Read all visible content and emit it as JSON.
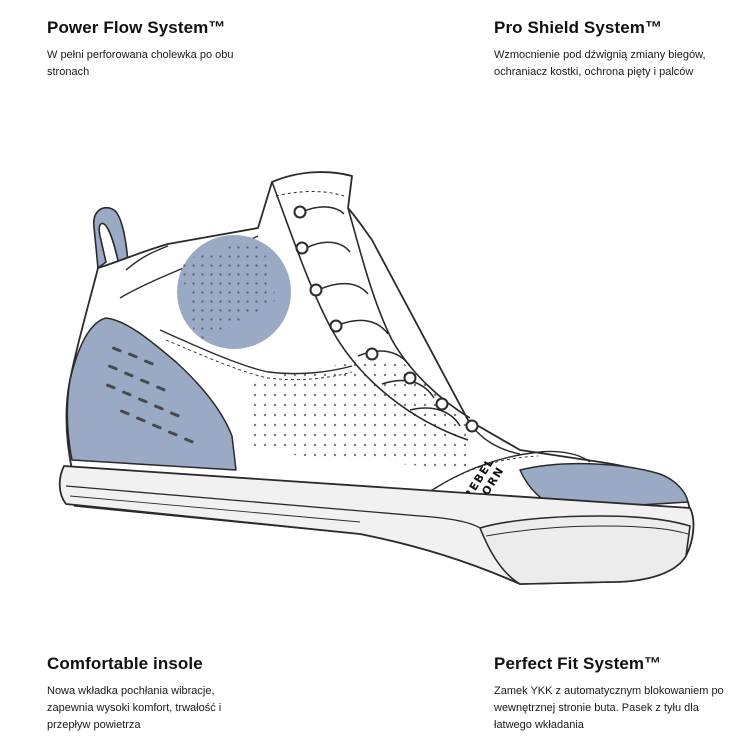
{
  "features": {
    "top_left": {
      "title": "Power Flow System™",
      "description": "W pełni perforowana cholewka po obu stronach"
    },
    "top_right": {
      "title": "Pro Shield System™",
      "description": "Wzmocnienie pod dźwignią zmiany biegów, ochraniacz kostki, ochrona pięty i palców"
    },
    "bottom_left": {
      "title": "Comfortable insole",
      "description": "Nowa wkładka pochłania wibracje, zapewnia wysoki komfort, trwałość i przepływ powietrza"
    },
    "bottom_right": {
      "title": "Perfect Fit System™",
      "description": "Zamek YKK z automatycznym blokowaniem po wewnętrznej stronie buta. Pasek z tyłu dla łatwego wkładania"
    }
  },
  "illustration": {
    "brand_line1": "REBEL",
    "brand_line2": "HORN",
    "accent_color": "#9aa9c4",
    "outline_color": "#2a2a2a",
    "sole_fill": "#f1f1f1"
  }
}
